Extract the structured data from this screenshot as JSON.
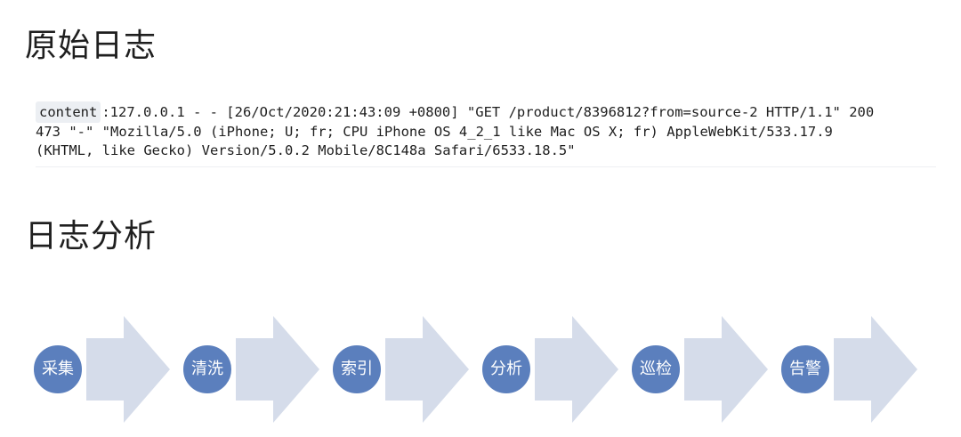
{
  "sections": {
    "raw_log_title": "原始日志",
    "analysis_title": "日志分析"
  },
  "log": {
    "key": "content",
    "line1": ":127.0.0.1 - - [26/Oct/2020:21:43:09 +0800] \"GET /product/8396812?from=source-2 HTTP/1.1\" 200",
    "line2": "473 \"-\" \"Mozilla/5.0 (iPhone; U; fr; CPU iPhone OS 4_2_1 like Mac OS X; fr) AppleWebKit/533.17.9",
    "line3": "(KHTML, like Gecko) Version/5.0.2 Mobile/8C148a Safari/6533.18.5\""
  },
  "flow": {
    "colors": {
      "arrow": "#d5dcea",
      "circle": "#5b7fbd"
    },
    "steps": [
      {
        "label": "采集"
      },
      {
        "label": "清洗"
      },
      {
        "label": "索引"
      },
      {
        "label": "分析"
      },
      {
        "label": "巡检"
      },
      {
        "label": "告警"
      }
    ]
  }
}
